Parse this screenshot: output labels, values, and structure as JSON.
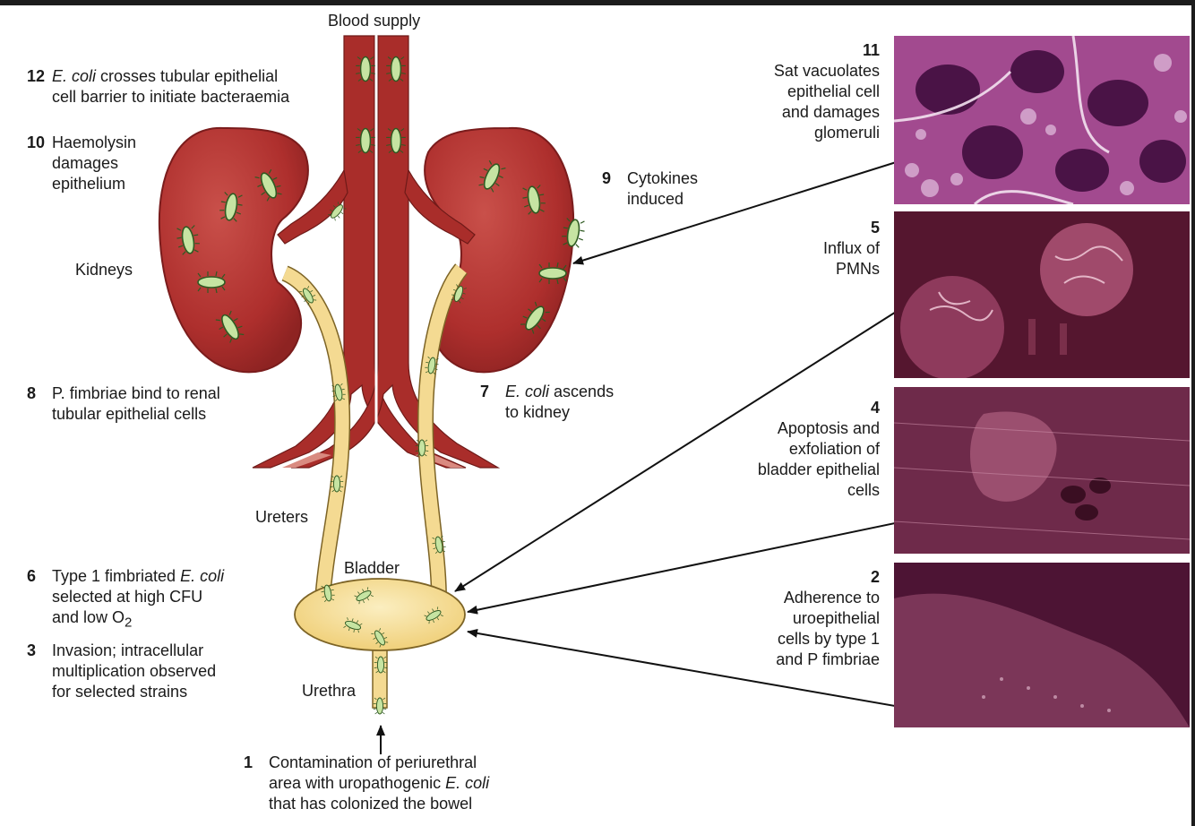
{
  "labels": {
    "blood_supply": "Blood supply",
    "kidneys": "Kidneys",
    "ureters": "Ureters",
    "bladder": "Bladder",
    "urethra": "Urethra"
  },
  "steps": {
    "s12": {
      "num": "12",
      "line1_em": "E. coli",
      "line1_rest": " crosses tubular epithelial",
      "line2": "cell barrier to initiate bacteraemia"
    },
    "s10": {
      "num": "10",
      "line1": "Haemolysin",
      "line2": "damages",
      "line3": "epithelium"
    },
    "s8": {
      "num": "8",
      "line1": "P. fimbriae bind to renal",
      "line2": "tubular epithelial cells"
    },
    "s6": {
      "num": "6",
      "line1_pre": "Type 1 fimbriated ",
      "line1_em": "E. coli",
      "line2": "selected at high CFU",
      "line3_pre": "and low O",
      "line3_sub": "2"
    },
    "s3": {
      "num": "3",
      "line1": "Invasion; intracellular",
      "line2": "multiplication observed",
      "line3": "for selected strains"
    },
    "s1": {
      "num": "1",
      "line1": "Contamination of periurethral",
      "line2_pre": "area with uropathogenic ",
      "line2_em": "E. coli",
      "line3": "that has colonized the bowel"
    },
    "s9": {
      "num": "9",
      "line1": "Cytokines",
      "line2": "induced"
    },
    "s7": {
      "num": "7",
      "line1_em": "E. coli",
      "line1_rest": " ascends",
      "line2": "to kidney"
    },
    "s11": {
      "num": "11",
      "line1": "Sat vacuolates",
      "line2": "epithelial cell",
      "line3": "and damages",
      "line4": "glomeruli"
    },
    "s5": {
      "num": "5",
      "line1": "Influx of",
      "line2": "PMNs"
    },
    "s4": {
      "num": "4",
      "line1": "Apoptosis and",
      "line2": "exfoliation of",
      "line3": "bladder epithelial",
      "line4": "cells"
    },
    "s2": {
      "num": "2",
      "line1": "Adherence to",
      "line2": "uroepithelial",
      "line3": "cells by type 1",
      "line4": "and P fimbriae"
    }
  },
  "colors": {
    "kidney": "#b3312f",
    "vessel": "#a92d2a",
    "urine_tract": "#f6dd95",
    "bacteria": "#bfe09a",
    "micro_purple": "#8a2d73",
    "micro_maroon": "#5e1a3c"
  }
}
